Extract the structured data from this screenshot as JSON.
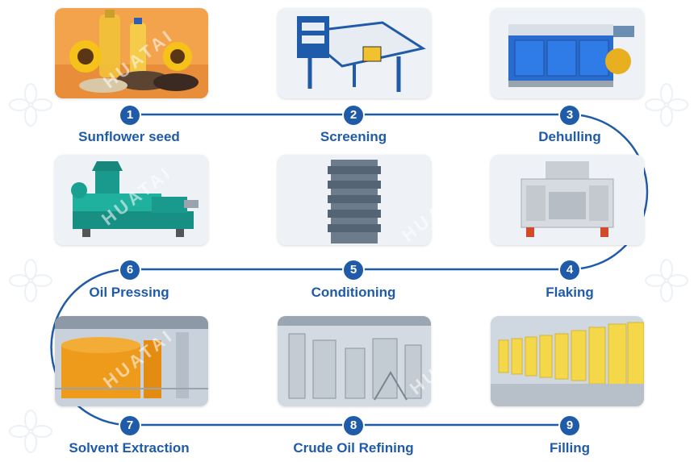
{
  "accent_color": "#1f5ba8",
  "watermark": "HUATAI",
  "steps": [
    {
      "number": "1",
      "label": "Sunflower seed",
      "image": "sunflower-seeds-oil-bottles"
    },
    {
      "number": "2",
      "label": "Screening",
      "image": "vibrating-screen-machine"
    },
    {
      "number": "3",
      "label": "Dehulling",
      "image": "blue-dehuller-machine"
    },
    {
      "number": "4",
      "label": "Flaking",
      "image": "flaking-roller-mill"
    },
    {
      "number": "5",
      "label": "Conditioning",
      "image": "conditioning-cooker-tower"
    },
    {
      "number": "6",
      "label": "Oil Pressing",
      "image": "screw-oil-press"
    },
    {
      "number": "7",
      "label": "Solvent Extraction",
      "image": "solvent-extraction-tank"
    },
    {
      "number": "8",
      "label": "Crude Oil Refining",
      "image": "refining-plant"
    },
    {
      "number": "9",
      "label": "Filling",
      "image": "oil-bottle-filling-line"
    }
  ]
}
